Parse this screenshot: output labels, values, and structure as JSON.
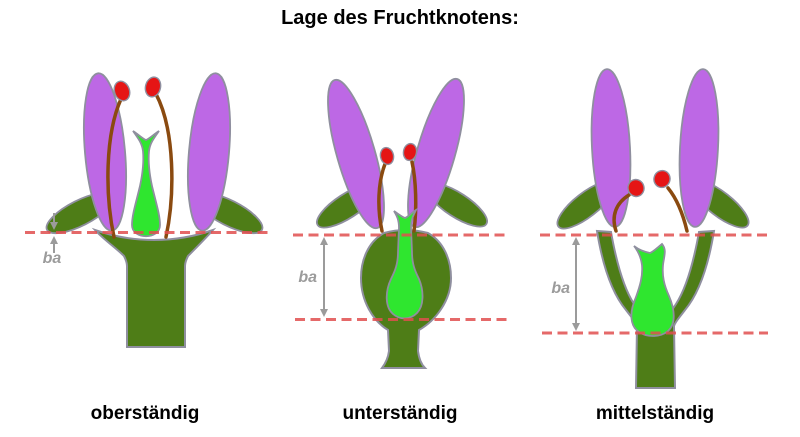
{
  "title": "Lage des Fruchtknotens:",
  "diagrams": [
    {
      "caption": "oberständig",
      "ba_label": "ba"
    },
    {
      "caption": "unterständig",
      "ba_label": "ba"
    },
    {
      "caption": "mittelständig",
      "ba_label": "ba"
    }
  ],
  "colors": {
    "petal_purple": "#bd68e5",
    "receptacle_green": "#4e7d17",
    "ovary_green": "#2fe62f",
    "anther_red": "#e51515",
    "filament_brown": "#8a4a10",
    "outline_gray": "#8f8f9f",
    "dashed_line_red": "#e04f4f",
    "annotation_gray": "#9b9b9b",
    "text_black": "#000000"
  }
}
